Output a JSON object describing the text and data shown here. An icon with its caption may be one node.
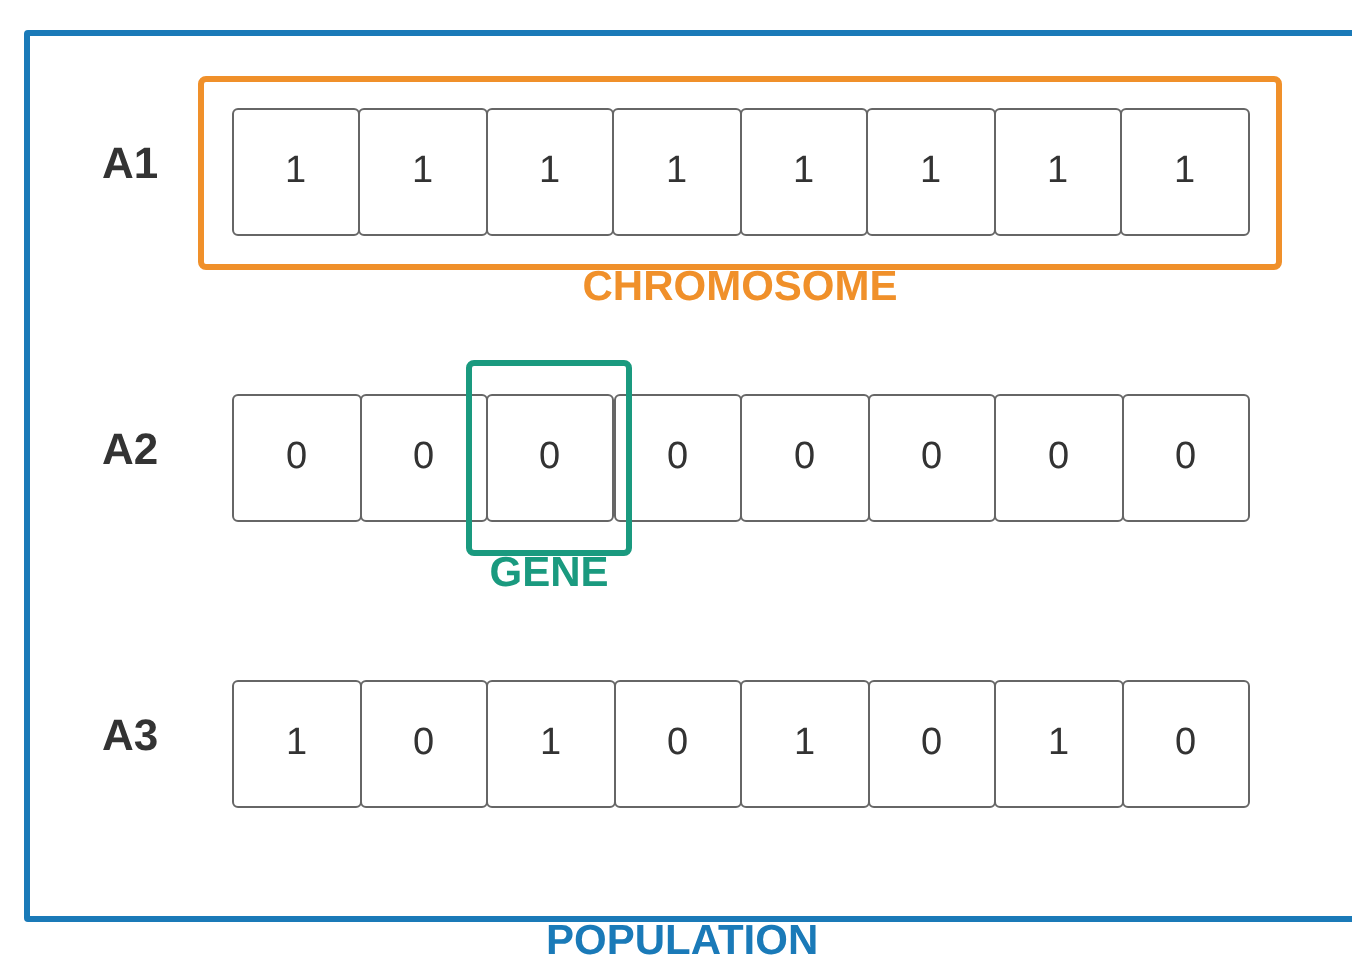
{
  "diagram": {
    "nodes": [
      {
        "text": [
          "POPULATION"
        ]
      },
      {
        "text": [
          "CHROMOSOME"
        ],
        "in": 0
      },
      {
        "text": [
          "1"
        ],
        "in": 1
      },
      {
        "text": [
          "1"
        ],
        "in": 1
      },
      {
        "text": [
          "1"
        ],
        "in": 1
      },
      {
        "text": [
          "1"
        ],
        "in": 1
      },
      {
        "text": [
          "1"
        ],
        "in": 1
      },
      {
        "text": [
          "1"
        ],
        "in": 1
      },
      {
        "text": [
          "1"
        ],
        "in": 1
      },
      {
        "text": [
          "1"
        ],
        "in": 1
      },
      {
        "text": [
          "0"
        ],
        "in": 0
      },
      {
        "text": [
          "0"
        ],
        "in": 0
      },
      {
        "text": [
          "GENE"
        ],
        "in": 0
      },
      {
        "text": [
          "0"
        ],
        "in": 12
      },
      {
        "text": [
          "0"
        ],
        "in": 0
      },
      {
        "text": [
          "0"
        ],
        "in": 0
      },
      {
        "text": [
          "0"
        ],
        "in": 0
      },
      {
        "text": [
          "0"
        ],
        "in": 0
      },
      {
        "text": [
          "0"
        ],
        "in": 0
      },
      {
        "text": [
          "1"
        ],
        "in": 0
      },
      {
        "text": [
          "0"
        ],
        "in": 0
      },
      {
        "text": [
          "1"
        ],
        "in": 0
      },
      {
        "text": [
          "0"
        ],
        "in": 0
      },
      {
        "text": [
          "1"
        ],
        "in": 0
      },
      {
        "text": [
          "0"
        ],
        "in": 0
      },
      {
        "text": [
          "1"
        ],
        "in": 0
      },
      {
        "text": [
          "0"
        ],
        "in": 0
      }
    ],
    "labels": [
      "A1",
      "A2",
      "A3"
    ]
  }
}
